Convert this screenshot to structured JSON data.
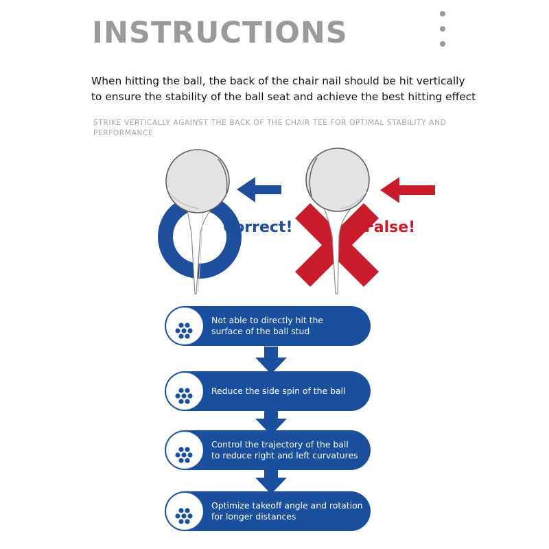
{
  "header": {
    "title": "INSTRUCTIONS"
  },
  "intro": {
    "line1": "When hitting the ball, the back of the chair nail should be hit vertically",
    "line2": "to ensure the stability of the ball seat and achieve the best hitting effect"
  },
  "subnote": {
    "text": "STRIKE VERTICALLY AGAINST THE BACK OF THE CHAIR TEE FOR OPTIMAL STABILITY AND PERFORMANCE"
  },
  "comparison": {
    "correct_label": "Correct!",
    "false_label": "False!",
    "correct_color": "#1f4e9c",
    "false_color": "#c81c2b"
  },
  "steps": [
    {
      "line1": "Not able to directly hit the",
      "line2": "surface of the ball stud"
    },
    {
      "line1": "Reduce the side spin of the ball",
      "line2": ""
    },
    {
      "line1": "Control the trajectory of the ball",
      "line2": "to reduce right and left curvatures"
    },
    {
      "line1": "Optimize takeoff angle and rotation",
      "line2": "for longer distances"
    }
  ],
  "colors": {
    "accent_blue": "#1a4f9e",
    "error_red": "#c81c2b",
    "title_gray": "#9a9a9a"
  },
  "icons": {
    "menu": "more-vertical-icon",
    "golf_ball": "golf-ball-icon",
    "arrow_down": "arrow-down-icon",
    "arrow_left": "arrow-left-icon",
    "cross": "cross-icon"
  }
}
